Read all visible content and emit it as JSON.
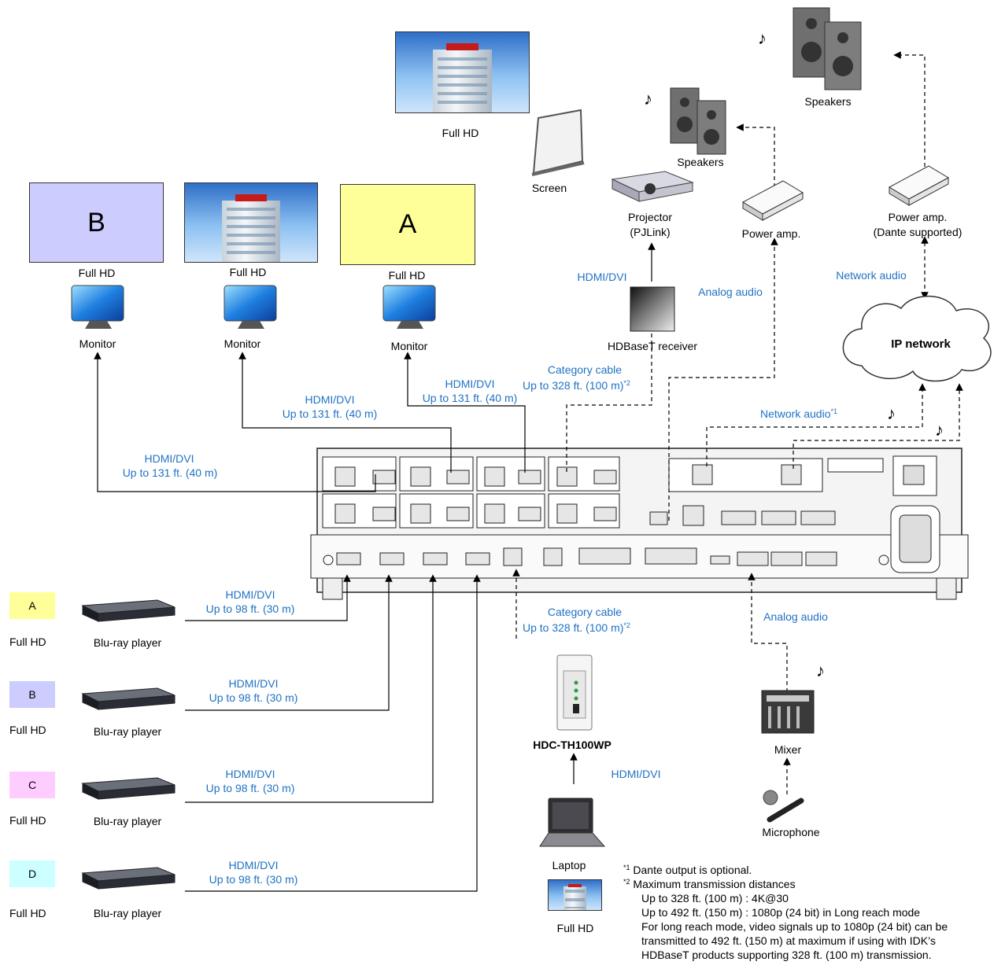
{
  "displays": {
    "B_letter": "B",
    "A_letter": "A",
    "full_hd": "Full HD",
    "monitor": "Monitor",
    "screen": "Screen"
  },
  "links": {
    "hdmi_dvi": "HDMI/DVI",
    "up_to_131": "Up to 131 ft. (40 m)",
    "up_to_98": "Up to 98 ft. (30 m)",
    "category_cable": "Category cable",
    "up_to_328": "Up to 328 ft. (100 m)",
    "sup2": "*2",
    "sup1": "*1",
    "analog_audio": "Analog audio",
    "network_audio": "Network audio"
  },
  "devices": {
    "projector_line1": "Projector",
    "projector_line2": "(PJLink)",
    "speakers": "Speakers",
    "power_amp": "Power amp.",
    "power_amp_dante1": "Power amp.",
    "power_amp_dante2": "(Dante supported)",
    "hdbaset_receiver": "HDBaseT receiver",
    "ip_network": "IP network",
    "bluray": "Blu-ray player",
    "hdc": "HDC-TH100WP",
    "laptop": "Laptop",
    "mixer": "Mixer",
    "microphone": "Microphone"
  },
  "sources": [
    {
      "letter": "A",
      "color": "#ffff99"
    },
    {
      "letter": "B",
      "color": "#ccccff"
    },
    {
      "letter": "C",
      "color": "#ffccff"
    },
    {
      "letter": "D",
      "color": "#ccffff"
    }
  ],
  "colors": {
    "B_display": "#ccccff",
    "A_display": "#ffff99",
    "link_text": "#1f72c4"
  },
  "notes": {
    "n1_mark": "*1",
    "n1_text": "Dante output is optional.",
    "n2_mark": "*2",
    "n2_text": "Maximum transmission distances",
    "n2_a": "Up to 328 ft. (100 m) : 4K@30",
    "n2_b": "Up to 492 ft. (150 m) : 1080p (24 bit) in Long reach mode",
    "n2_c": "For long reach mode, video signals up to 1080p (24 bit) can be",
    "n2_d": "transmitted to 492 ft. (150 m) at maximum if using with IDK’s",
    "n2_e": "HDBaseT products supporting 328 ft. (100 m) transmission."
  }
}
